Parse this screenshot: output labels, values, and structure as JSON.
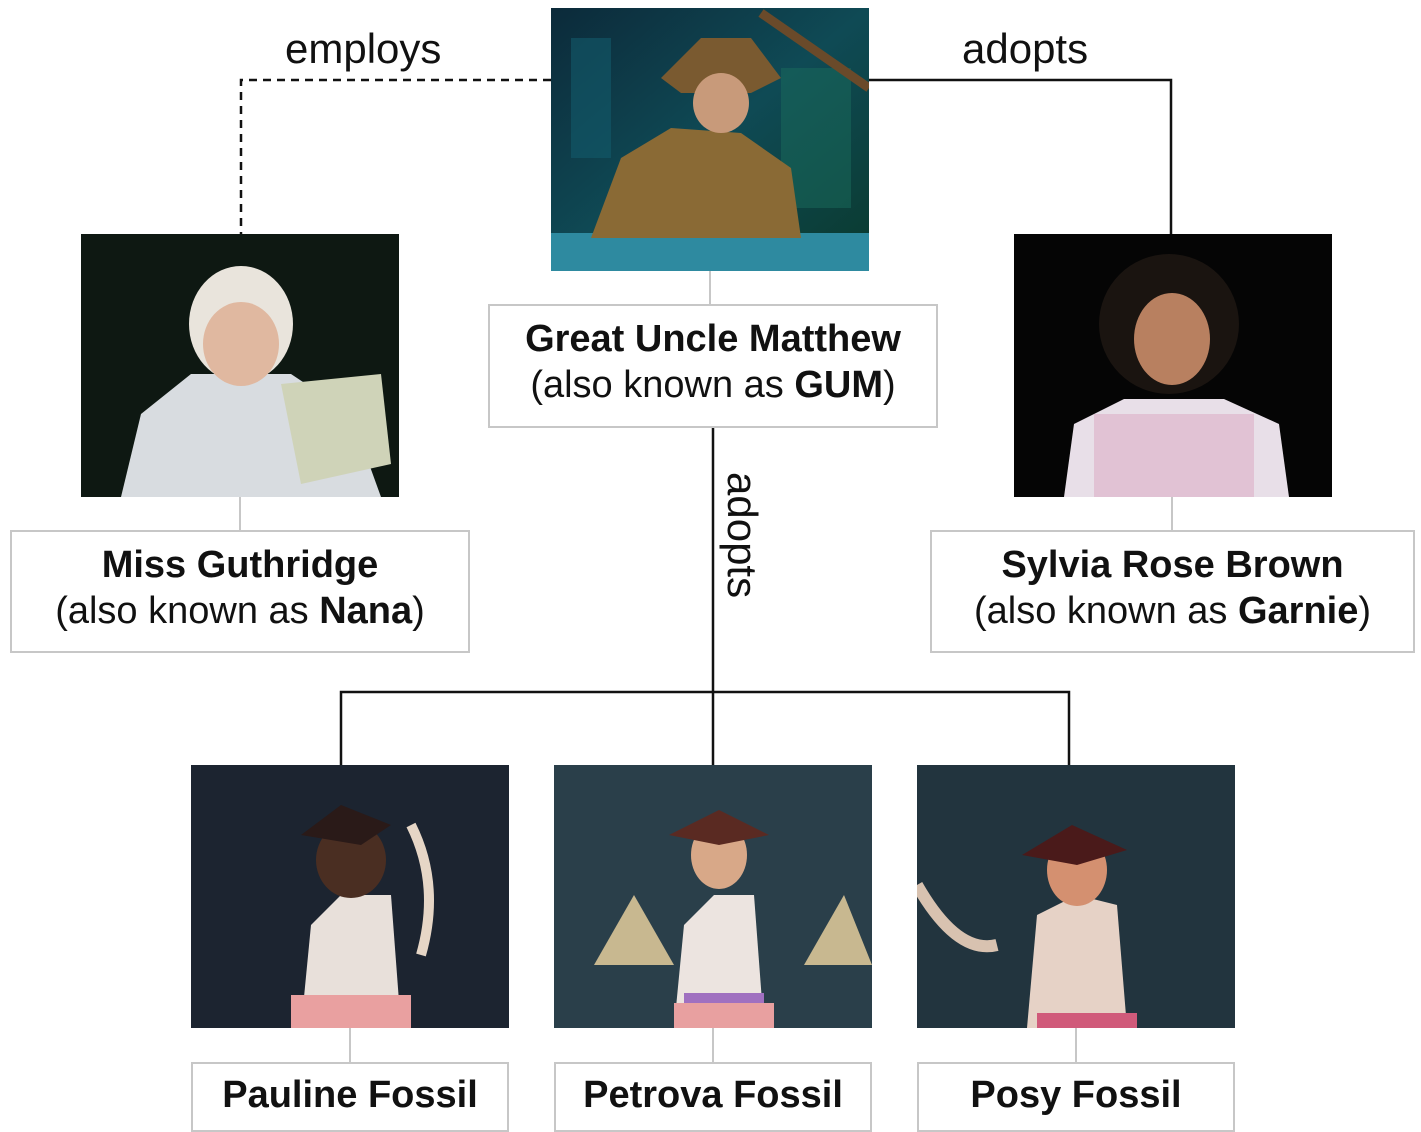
{
  "relations": {
    "employs": "employs",
    "adopts_right": "adopts",
    "adopts_down": "adopts"
  },
  "gum": {
    "name": "Great Uncle Matthew",
    "aka_prefix": "(also known as ",
    "aka_nick": "GUM",
    "aka_suffix": ")"
  },
  "nana": {
    "name": "Miss Guthridge",
    "aka_prefix": "(also known as ",
    "aka_nick": "Nana",
    "aka_suffix": ")"
  },
  "garnie": {
    "name": "Sylvia Rose Brown",
    "aka_prefix": "(also known as ",
    "aka_nick": "Garnie",
    "aka_suffix": ")"
  },
  "children": [
    {
      "name": "Pauline Fossil"
    },
    {
      "name": "Petrova Fossil"
    },
    {
      "name": "Posy Fossil"
    }
  ]
}
